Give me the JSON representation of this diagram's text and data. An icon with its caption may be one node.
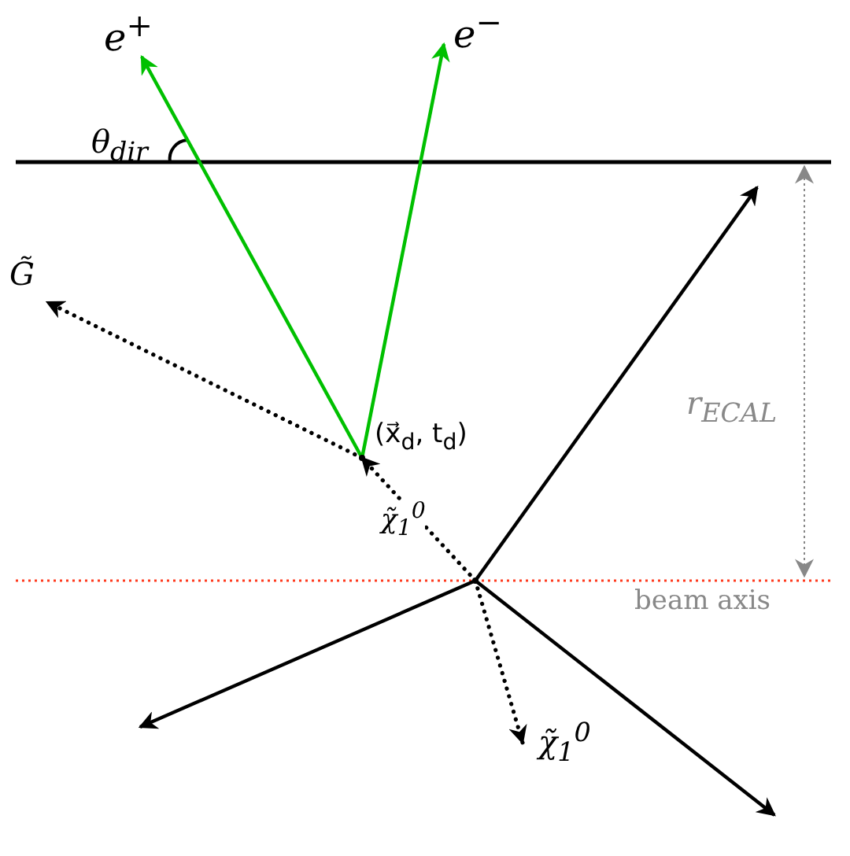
{
  "diagram": {
    "nodes": [
      {
        "text": [],
        "shape": "point"
      },
      {
        "text": [],
        "shape": "point",
        "beside": [
          "(x⃗$_{d}$, t$_{d}$)"
        ]
      },
      {
        "text": [
          "e$^{+}$"
        ]
      },
      {
        "text": [
          "e$^{−}$"
        ]
      },
      {
        "text": [
          "G̃"
        ]
      },
      {
        "text": [
          "χ̃$_{1}$$^{0}$"
        ]
      }
    ],
    "edges": [
      {
        "from": 0,
        "to": 1,
        "arrow": "to",
        "style": "dashed",
        "label": "χ̃$_{1}$$^{0}$"
      },
      {
        "from": 1,
        "to": 2,
        "arrow": "to",
        "color": "#00c000"
      },
      {
        "from": 1,
        "to": 3,
        "arrow": "to",
        "color": "#00c000"
      },
      {
        "from": 1,
        "to": 4,
        "arrow": "to",
        "style": "dashed"
      },
      {
        "from": 0,
        "to": 5,
        "arrow": "to",
        "style": "dashed"
      },
      {
        "from": 0,
        "to": null,
        "arrow": "to"
      },
      {
        "from": 0,
        "to": null,
        "arrow": "to"
      },
      {
        "from": 0,
        "to": null,
        "arrow": "to"
      }
    ],
    "labels": [
      "θ$_{dir}$",
      "r$_{ECAL}$",
      "beam axis"
    ]
  }
}
